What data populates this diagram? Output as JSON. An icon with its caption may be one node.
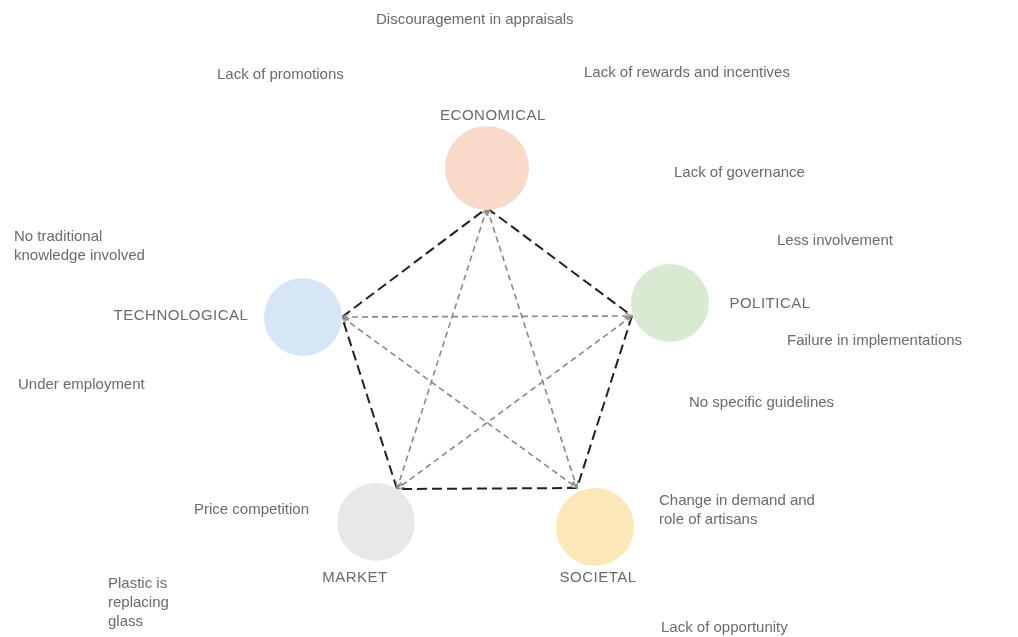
{
  "diagram": {
    "nodes": [
      {
        "text": [
          "ECONOMICAL"
        ]
      },
      {
        "text": [
          "TECHNOLOGICAL"
        ]
      },
      {
        "text": [
          "POLITICAL"
        ]
      },
      {
        "text": [
          "MARKET"
        ]
      },
      {
        "text": [
          "SOCIETAL"
        ]
      }
    ],
    "edges": [
      {
        "from": 0,
        "to": 2,
        "arrow": "none",
        "style": "dashed"
      },
      {
        "from": 2,
        "to": 4,
        "arrow": "none",
        "style": "dashed"
      },
      {
        "from": 4,
        "to": 3,
        "arrow": "none",
        "style": "dashed"
      },
      {
        "from": 3,
        "to": 1,
        "arrow": "none",
        "style": "dashed"
      },
      {
        "from": 1,
        "to": 0,
        "arrow": "none",
        "style": "dashed"
      },
      {
        "from": 0,
        "to": 3,
        "arrow": "both",
        "style": "dashed",
        "color": "#8a8a8a"
      },
      {
        "from": 0,
        "to": 4,
        "arrow": "both",
        "style": "dashed",
        "color": "#8a8a8a"
      },
      {
        "from": 1,
        "to": 2,
        "arrow": "both",
        "style": "dashed",
        "color": "#8a8a8a"
      },
      {
        "from": 1,
        "to": 4,
        "arrow": "both",
        "style": "dashed",
        "color": "#8a8a8a"
      },
      {
        "from": 2,
        "to": 3,
        "arrow": "both",
        "style": "dashed",
        "color": "#8a8a8a"
      }
    ],
    "labels": [
      "Discouragement in appraisals",
      "Lack of promotions",
      "Lack of rewards and incentives",
      "Lack of governance",
      "No traditional knowledge involved",
      "Less involvement",
      "Failure in implementations",
      "Under employment",
      "No specific guidelines",
      "Price competition",
      "Change in demand and role of artisans",
      "Plastic is replacing glass",
      "Lack of opportunity"
    ]
  }
}
